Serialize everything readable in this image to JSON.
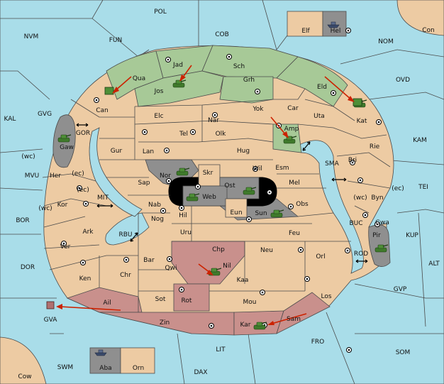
{
  "map": {
    "seas": {
      "POL": "POL",
      "NVM": "NVM",
      "FUN": "FUN",
      "COB": "COB",
      "NOM": "NOM",
      "Con": "Con",
      "OVD": "OVD",
      "KAL": "KAL",
      "GVG": "GVG",
      "GOR": "GOR",
      "KAM": "KAM",
      "SMA": "SMA",
      "TEI": "TEI",
      "MVU": "MVU",
      "MIT": "MIT",
      "BOR": "BOR",
      "RBU": "RBU",
      "BUC": "BUC",
      "KUP": "KUP",
      "DOR": "DOR",
      "ROD": "ROD",
      "ALT": "ALT",
      "GVP": "GVP",
      "GVA": "GVA",
      "FRO": "FRO",
      "SOM": "SOM",
      "LIT": "LIT",
      "SWM": "SWM",
      "Cow": "Cow",
      "DAX": "DAX"
    },
    "lands": {
      "Elf": "Elf",
      "Hel": "Hel",
      "Qua": "Qua",
      "Jad": "Jad",
      "Sch": "Sch",
      "Jos": "Jos",
      "Grh": "Grh",
      "Eld": "Eld",
      "Can": "Can",
      "Elc": "Elc",
      "Nar": "Nar",
      "Yok": "Yok",
      "Car": "Car",
      "Uta": "Uta",
      "Kat": "Kat",
      "Gaw": "Gaw",
      "Tel": "Tel",
      "Olk": "Olk",
      "Amp": "Amp",
      "Gur": "Gur",
      "Lan": "Lan",
      "Hug": "Hug",
      "Rie": "Rie",
      "Wil": "Wil",
      "Esm": "Esm",
      "Bri": "Bri",
      "Nor": "Nor",
      "Skr": "Skr",
      "Her": "Her",
      "Sap": "Sap",
      "Ost": "Ost",
      "Mel": "Mel",
      "Web": "Web",
      "Byn": "Byn",
      "Kor": "Kor",
      "Nab": "Nab",
      "Eun": "Eun",
      "Obs": "Obs",
      "Hil": "Hil",
      "Sun": "Sun",
      "Gwa": "Gwa",
      "Nog": "Nog",
      "Ark": "Ark",
      "Uru": "Uru",
      "Feu": "Feu",
      "Pir": "Pir",
      "Chp": "Chp",
      "Ver": "Ver",
      "Neu": "Neu",
      "Bar": "Bar",
      "Qwi": "Qwi",
      "Nil": "Nil",
      "Orl": "Orl",
      "Ken": "Ken",
      "Chr": "Chr",
      "Kaa": "Kaa",
      "Rot": "Rot",
      "Sot": "Sot",
      "Los": "Los",
      "Ail": "Ail",
      "Mou": "Mou",
      "Zin": "Zin",
      "Kar": "Kar",
      "Sam": "Sam",
      "Aba": "Aba",
      "Orn": "Orn"
    },
    "coast_notes": {
      "wc1": "(wc)",
      "ec1": "(ec)",
      "ec2": "(ec)",
      "wc2": "(wc)",
      "wc3": "(wc)",
      "ec3": "(ec)"
    },
    "colors": {
      "sea": "#a9dde9",
      "neutral_land": "#edcba3",
      "green_power": "#a7c997",
      "rose_power": "#c9908c",
      "gray_power": "#8f8f8f",
      "order_arrow": "#cc2200"
    },
    "units": {
      "army_icon": "tank-icon",
      "fleet_icon": "ship-icon"
    }
  }
}
